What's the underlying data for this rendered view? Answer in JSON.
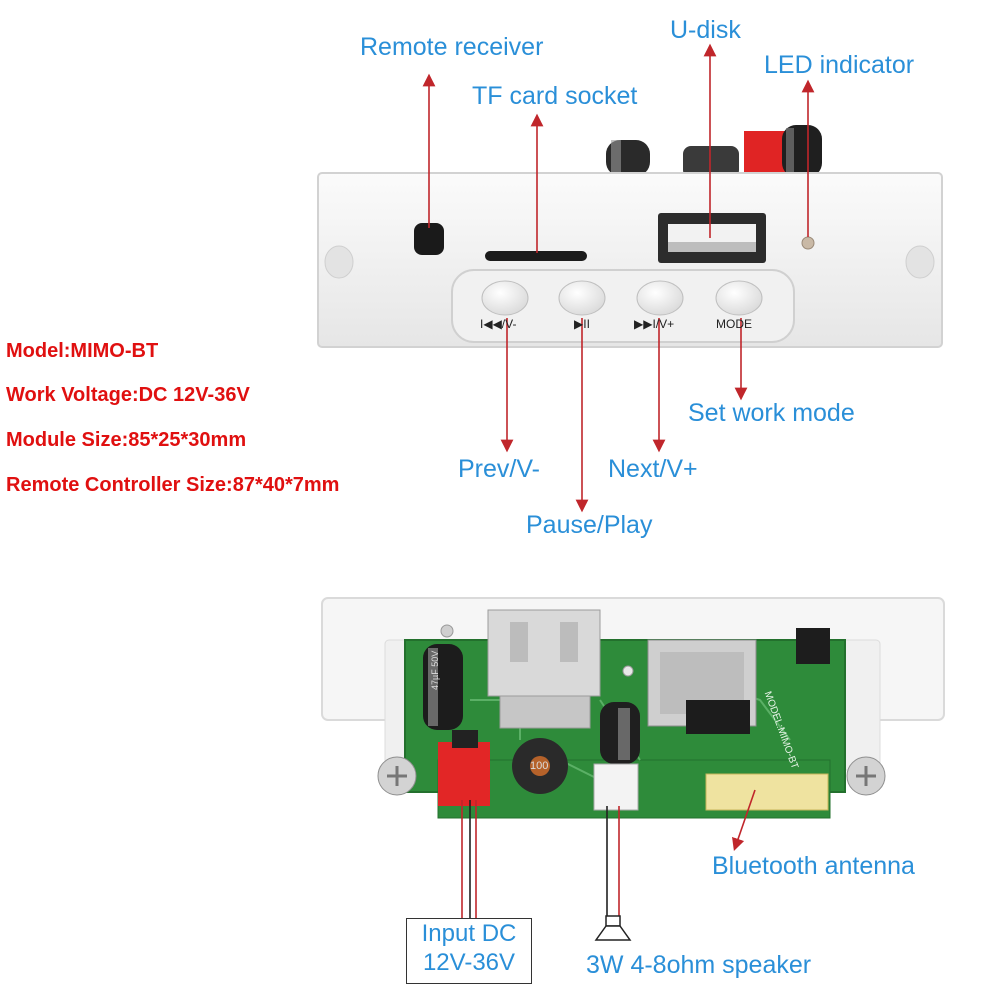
{
  "specs": {
    "model": "Model:MIMO-BT",
    "voltage": "Work Voltage:DC 12V-36V",
    "module_size": "Module Size:85*25*30mm",
    "remote_size": "Remote Controller Size:87*40*7mm"
  },
  "callouts": {
    "remote_receiver": "Remote receiver",
    "tf_card_socket": "TF card socket",
    "u_disk": "U-disk",
    "led_indicator": "LED indicator",
    "set_work_mode": "Set work mode",
    "prev": "Prev/V-",
    "next": "Next/V+",
    "pause_play": "Pause/Play",
    "bluetooth_antenna": "Bluetooth antenna",
    "input_dc_line1": "Input DC",
    "input_dc_line2": "12V-36V",
    "speaker": "3W 4-8ohm speaker"
  },
  "panel_buttons": {
    "prev_label": "I◀◀/V-",
    "play_label": "▶II",
    "next_label": "▶▶I/V+",
    "mode_label": "MODE"
  },
  "pcb_marking": "MODEL:MIMO-BT",
  "capacitor_marking": "47µF 50V",
  "inductor_marking": "100",
  "colors": {
    "callout_text": "#2a8fd8",
    "spec_text": "#e01010",
    "pcb_green": "#2e8b3a",
    "arrow_red": "#c0262b"
  }
}
